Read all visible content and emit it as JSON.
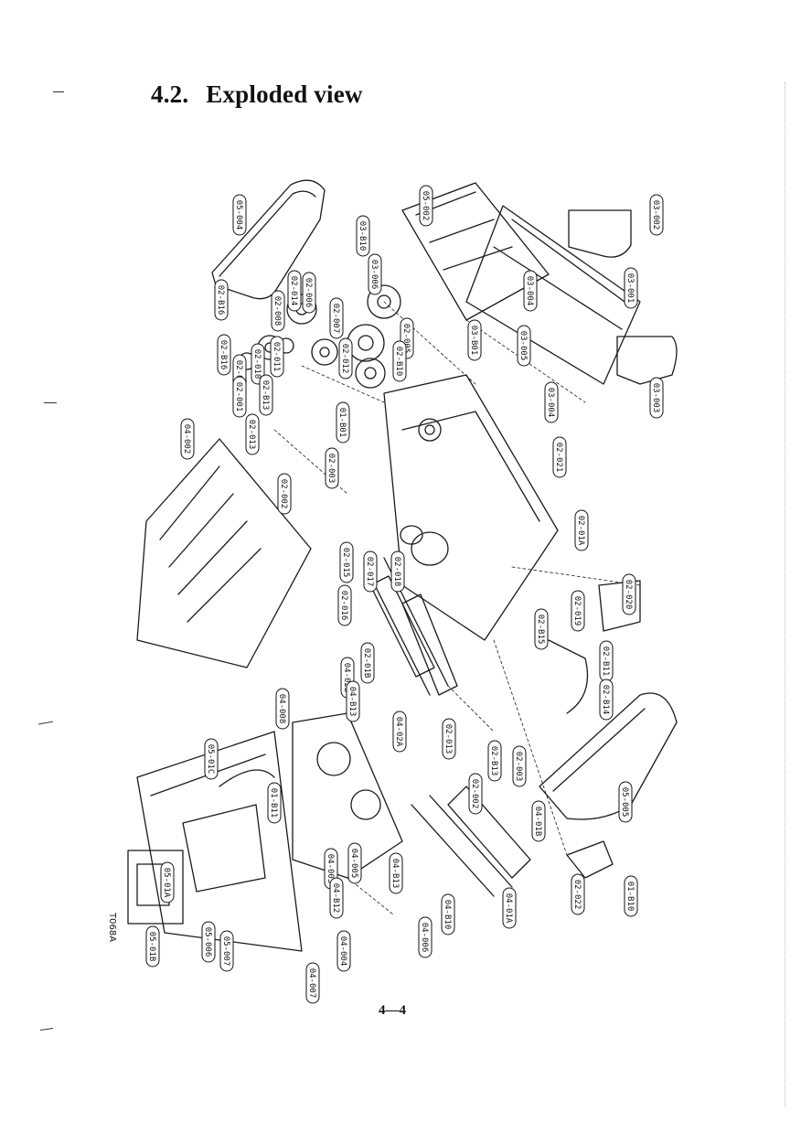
{
  "page": {
    "section_number": "4.2.",
    "section_title": "Exploded view",
    "page_number": "4—4",
    "figure_code": "T068A"
  },
  "callouts": [
    "05-004",
    "03-B10",
    "03-006",
    "05-002",
    "03-002",
    "03-001",
    "03-003",
    "03-004",
    "03-005",
    "03-004",
    "03-B01",
    "02-006",
    "02-014",
    "02-007",
    "02-005",
    "02-B16",
    "02-008",
    "02-011",
    "02-012",
    "02-B10",
    "02-B16",
    "02-009",
    "02-010",
    "02-001",
    "02-B13",
    "01-B01",
    "02-013",
    "02-003",
    "04-002",
    "02-021",
    "02-002",
    "02-01A",
    "02-015",
    "02-017",
    "02-018",
    "02-016",
    "02-020",
    "02-019",
    "02-B11",
    "02-B15",
    "02-B14",
    "02-01B",
    "04-02B",
    "04-B13",
    "04-008",
    "04-02A",
    "02-013",
    "02-B13",
    "02-003",
    "02-002",
    "05-01C",
    "01-B11",
    "05-005",
    "04-01B",
    "04-01A",
    "02-022",
    "01-B10",
    "04-003",
    "04-B13",
    "04-B10",
    "04-006",
    "04-005",
    "04-B12",
    "05-01A",
    "05-006",
    "05-007",
    "04-004",
    "05-01B",
    "04-007"
  ]
}
